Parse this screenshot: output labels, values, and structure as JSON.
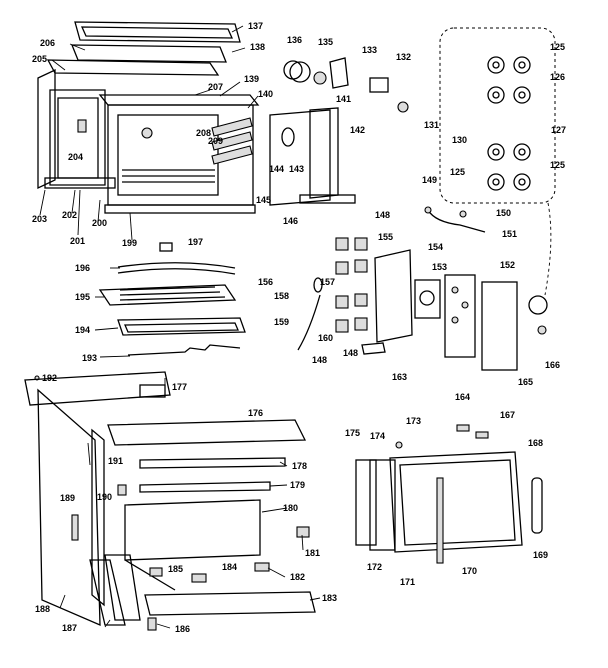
{
  "parts": [
    {
      "id": "137"
    },
    {
      "id": "138"
    },
    {
      "id": "206"
    },
    {
      "id": "205"
    },
    {
      "id": "207"
    },
    {
      "id": "139"
    },
    {
      "id": "140"
    },
    {
      "id": "136"
    },
    {
      "id": "135"
    },
    {
      "id": "133"
    },
    {
      "id": "132"
    },
    {
      "id": "141"
    },
    {
      "id": "131"
    },
    {
      "id": "142"
    },
    {
      "id": "208"
    },
    {
      "id": "209"
    },
    {
      "id": "204"
    },
    {
      "id": "144"
    },
    {
      "id": "143"
    },
    {
      "id": "145"
    },
    {
      "id": "146"
    },
    {
      "id": "203"
    },
    {
      "id": "202"
    },
    {
      "id": "201"
    },
    {
      "id": "200"
    },
    {
      "id": "199"
    },
    {
      "id": "125"
    },
    {
      "id": "125b",
      "label": "125"
    },
    {
      "id": "130"
    },
    {
      "id": "126"
    },
    {
      "id": "130b",
      "label": "130"
    },
    {
      "id": "127"
    },
    {
      "id": "125c",
      "label": "125"
    },
    {
      "id": "125d",
      "label": "125"
    },
    {
      "id": "149"
    },
    {
      "id": "150"
    },
    {
      "id": "151"
    },
    {
      "id": "197"
    },
    {
      "id": "196"
    },
    {
      "id": "195"
    },
    {
      "id": "156"
    },
    {
      "id": "194"
    },
    {
      "id": "193"
    },
    {
      "id": "192"
    },
    {
      "id": "148"
    },
    {
      "id": "148b",
      "label": "148"
    },
    {
      "id": "155"
    },
    {
      "id": "160"
    },
    {
      "id": "154"
    },
    {
      "id": "153"
    },
    {
      "id": "152"
    },
    {
      "id": "157"
    },
    {
      "id": "158"
    },
    {
      "id": "159"
    },
    {
      "id": "160b",
      "label": "160"
    },
    {
      "id": "148c",
      "label": "148"
    },
    {
      "id": "148d",
      "label": "148"
    },
    {
      "id": "163"
    },
    {
      "id": "165"
    },
    {
      "id": "166"
    },
    {
      "id": "177"
    },
    {
      "id": "176"
    },
    {
      "id": "178"
    },
    {
      "id": "191"
    },
    {
      "id": "179"
    },
    {
      "id": "189"
    },
    {
      "id": "190"
    },
    {
      "id": "180"
    },
    {
      "id": "181"
    },
    {
      "id": "185"
    },
    {
      "id": "184"
    },
    {
      "id": "182"
    },
    {
      "id": "183"
    },
    {
      "id": "188"
    },
    {
      "id": "187"
    },
    {
      "id": "186"
    },
    {
      "id": "175"
    },
    {
      "id": "174"
    },
    {
      "id": "173"
    },
    {
      "id": "164"
    },
    {
      "id": "167"
    },
    {
      "id": "168"
    },
    {
      "id": "172"
    },
    {
      "id": "171"
    },
    {
      "id": "170"
    },
    {
      "id": "169"
    }
  ]
}
